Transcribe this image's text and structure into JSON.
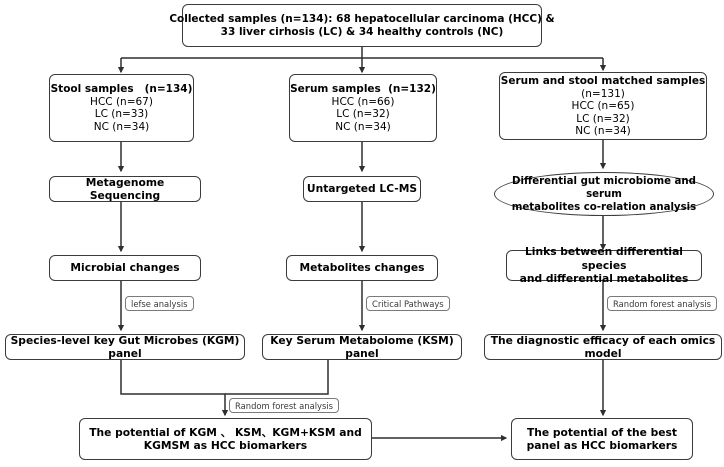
{
  "diagram": {
    "title": "HCC multi-omics biomarker study flowchart",
    "stroke_color": "#3b3b3b",
    "tag_stroke_color": "#7a7a7a",
    "background": "#ffffff"
  },
  "nodes": {
    "collected_samples": {
      "line1": "Collected samples (n=134): 68 hepatocellular carcinoma (HCC) &",
      "line2": "33 liver cirhosis (LC) & 34 healthy controls (NC)"
    },
    "stool_samples": {
      "title": "Stool samples   (n=134)",
      "sub1": "HCC (n=67)",
      "sub2": "LC (n=33)",
      "sub3": "NC (n=34)"
    },
    "serum_samples": {
      "title": "Serum samples  (n=132)",
      "sub1": "HCC (n=66)",
      "sub2": "LC (n=32)",
      "sub3": "NC (n=34)"
    },
    "matched_samples": {
      "title": "Serum and stool matched samples",
      "title2": "(n=131)",
      "sub1": "HCC (n=65)",
      "sub2": "LC (n=32)",
      "sub3": "NC (n=34)"
    },
    "metagenome_sequencing": {
      "label": "Metagenome Sequencing"
    },
    "untargeted_lcms": {
      "label": "Untargeted LC-MS"
    },
    "corelation_analysis": {
      "label": "Differential gut microbiome and serum\nmetabolites co-relation analysis"
    },
    "microbial_changes": {
      "label": "Microbial changes"
    },
    "metabolites_changes": {
      "label": "Metabolites changes"
    },
    "links_species_metabolites": {
      "label": "Links between differential species\nand differential metabolites"
    },
    "kgm_panel": {
      "label": "Species-level key Gut Microbes   (KGM) panel"
    },
    "ksm_panel": {
      "label": "Key Serum Metabolome (KSM) panel"
    },
    "diagnostic_efficacy": {
      "label": "The diagnostic efficacy of each omics model"
    },
    "potential_combined": {
      "label": "The potential of KGM 、 KSM、KGM+KSM and\nKGMSM as HCC biomarkers"
    },
    "potential_best": {
      "label": "The potential of the best\npanel as HCC biomarkers"
    }
  },
  "edge_labels": {
    "lefse": "lefse analysis",
    "critical_pathways": "Critical Pathways",
    "random_forest_right": "Random forest analysis",
    "random_forest_bottom": "Random forest analysis"
  }
}
